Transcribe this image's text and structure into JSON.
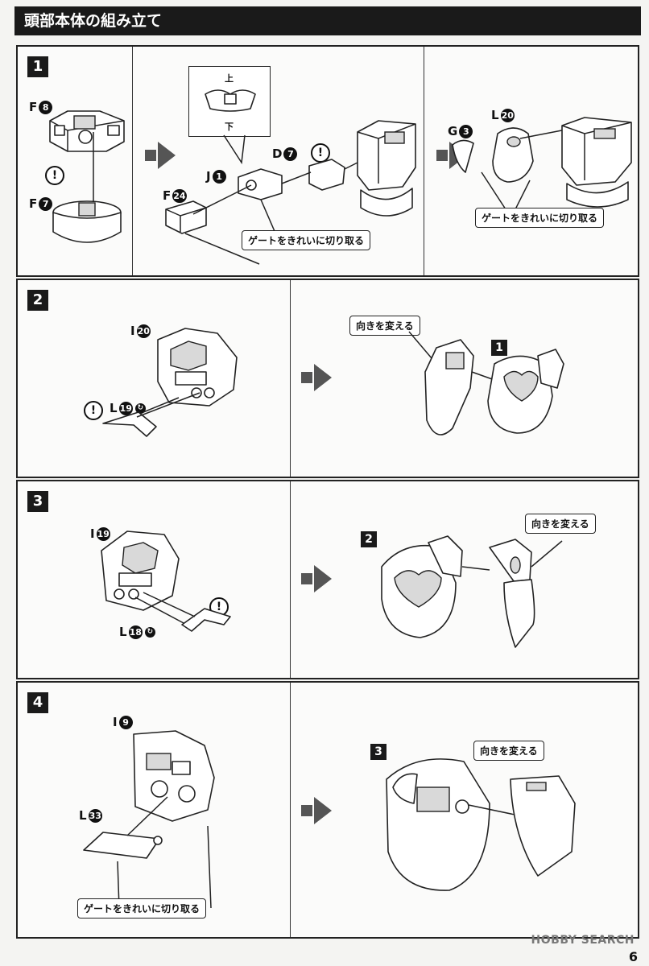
{
  "header": {
    "title": "頭部本体の組み立て"
  },
  "steps": [
    {
      "number": "1"
    },
    {
      "number": "2"
    },
    {
      "number": "3"
    },
    {
      "number": "4"
    }
  ],
  "labels": {
    "gate_trim": "ゲートをきれいに切り取る",
    "change_direction": "向きを変える",
    "top": "上",
    "bottom": "下",
    "warning": "!"
  },
  "parts": {
    "s1_f8": {
      "letter": "F",
      "num": "8"
    },
    "s1_f7": {
      "letter": "F",
      "num": "7"
    },
    "s1_j1": {
      "letter": "J",
      "num": "1"
    },
    "s1_d7": {
      "letter": "D",
      "num": "7"
    },
    "s1_f24": {
      "letter": "F",
      "num": "24"
    },
    "s1_g3": {
      "letter": "G",
      "num": "3"
    },
    "s1_l20": {
      "letter": "L",
      "num": "20"
    },
    "s2_i20": {
      "letter": "I",
      "num": "20"
    },
    "s2_l19": {
      "letter": "L",
      "num": "19"
    },
    "s3_i19": {
      "letter": "I",
      "num": "19"
    },
    "s3_l18": {
      "letter": "L",
      "num": "18"
    },
    "s4_i9": {
      "letter": "I",
      "num": "9"
    },
    "s4_l33": {
      "letter": "L",
      "num": "33"
    }
  },
  "refs": {
    "r1": "1",
    "r2": "2",
    "r3": "3"
  },
  "watermark": "HOBBY SEARCH",
  "page_number": "6"
}
